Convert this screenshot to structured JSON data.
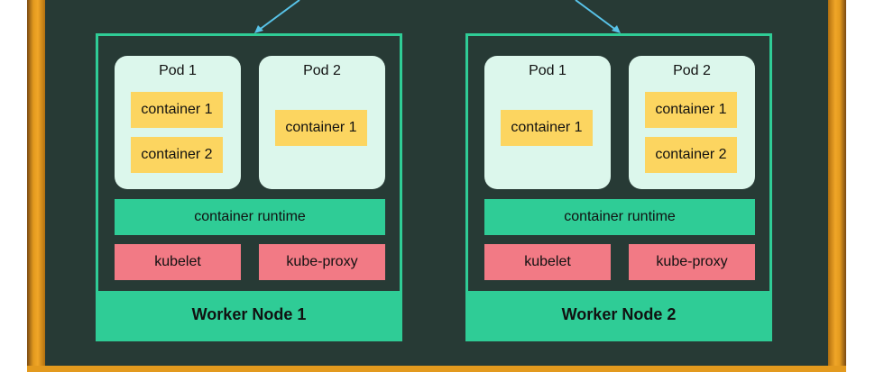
{
  "nodes": [
    {
      "title": "Worker Node 1",
      "pods": [
        {
          "title": "Pod 1",
          "containers": [
            "container 1",
            "container 2"
          ]
        },
        {
          "title": "Pod 2",
          "containers": [
            "container 1"
          ]
        }
      ],
      "runtime": "container runtime",
      "kubelet": "kubelet",
      "kube_proxy": "kube-proxy"
    },
    {
      "title": "Worker Node 2",
      "pods": [
        {
          "title": "Pod 1",
          "containers": [
            "container 1"
          ]
        },
        {
          "title": "Pod 2",
          "containers": [
            "container 1",
            "container 2"
          ]
        }
      ],
      "runtime": "container runtime",
      "kubelet": "kubelet",
      "kube_proxy": "kube-proxy"
    }
  ],
  "colors": {
    "board": "#273a35",
    "node_border": "#2fcc96",
    "pod_bg": "#dcf7ec",
    "container": "#fcd560",
    "agent": "#f27a85",
    "arrow": "#58c3e8",
    "frame_wood": "#e39a1e"
  }
}
